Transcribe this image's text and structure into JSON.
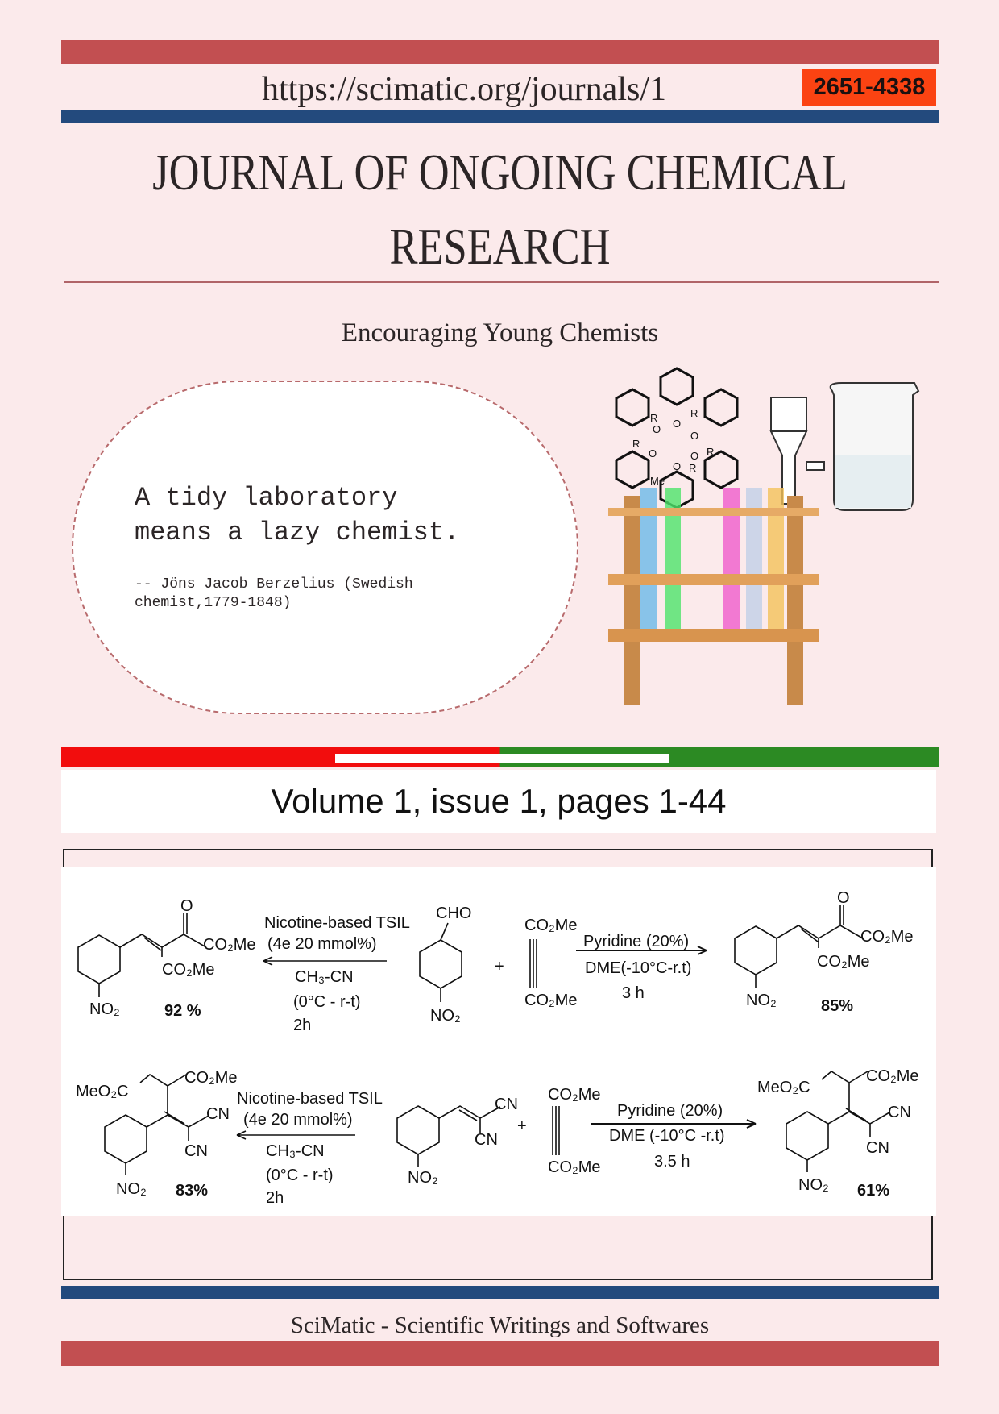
{
  "header": {
    "url": "https://scimatic.org/journals/1",
    "issn": "2651-4338",
    "title_line1": "JOURNAL OF ONGOING CHEMICAL",
    "title_line2": "RESEARCH",
    "tagline": "Encouraging Young Chemists"
  },
  "quote": {
    "text": "A tidy laboratory\nmeans a lazy chemist.",
    "attribution": "-- Jöns Jacob Berzelius (Swedish chemist,1779-1848)"
  },
  "illustration": {
    "macrocycle_labels": [
      "R",
      "R",
      "R",
      "R",
      "R",
      "O",
      "O",
      "O",
      "O",
      "O",
      "O",
      "Me"
    ]
  },
  "issue": {
    "label": "Volume 1, issue 1, pages 1-44"
  },
  "scheme": {
    "row1": {
      "left_product": {
        "o": "O",
        "ester1": "CO₂Me",
        "ester2": "CO₂Me",
        "nitro": "NO₂",
        "yield": "92 %"
      },
      "left_conditions": {
        "catalyst": "Nicotine-based TSIL",
        "loading": "(4e 20 mmol%)",
        "solvent": "CH₃-CN",
        "temp": "(0°C - r-t)",
        "time": "2h"
      },
      "aldehyde": {
        "cho": "CHO",
        "nitro": "NO₂"
      },
      "plus": "+",
      "alkyne": {
        "top": "CO₂Me",
        "bottom": "CO₂Me"
      },
      "right_conditions": {
        "catalyst": "Pyridine (20%)",
        "solvent": "DME(-10°C-r.t)",
        "time": "3 h"
      },
      "right_product": {
        "o": "O",
        "ester1": "CO₂Me",
        "ester2": "CO₂Me",
        "nitro": "NO₂",
        "yield": "85%"
      }
    },
    "row2": {
      "left_product": {
        "ester_left": "MeO₂C",
        "ester_right": "CO₂Me",
        "cn1": "CN",
        "cn2": "CN",
        "nitro": "NO₂",
        "yield": "83%"
      },
      "left_conditions": {
        "catalyst": "Nicotine-based TSIL",
        "loading": "(4e 20 mmol%)",
        "solvent": "CH₃-CN",
        "temp": "(0°C - r-t)",
        "time": "2h"
      },
      "alkene": {
        "cn1": "CN",
        "cn2": "CN",
        "nitro": "NO₂"
      },
      "plus": "+",
      "alkyne": {
        "top": "CO₂Me",
        "bottom": "CO₂Me"
      },
      "right_conditions": {
        "catalyst": "Pyridine (20%)",
        "solvent": "DME (-10°C -r.t)",
        "time": "3.5 h"
      },
      "right_product": {
        "ester_left": "MeO₂C",
        "ester_right": "CO₂Me",
        "cn1": "CN",
        "cn2": "CN",
        "nitro": "NO₂",
        "yield": "61%"
      }
    }
  },
  "footer": {
    "text": "SciMatic - Scientific Writings and Softwares"
  },
  "colors": {
    "background": "#fbeaeb",
    "red_bar": "#c24f51",
    "blue_bar": "#234a7d",
    "issn_box": "#fb4312",
    "flag_red": "#f20d0d",
    "flag_green": "#2c8a23"
  }
}
